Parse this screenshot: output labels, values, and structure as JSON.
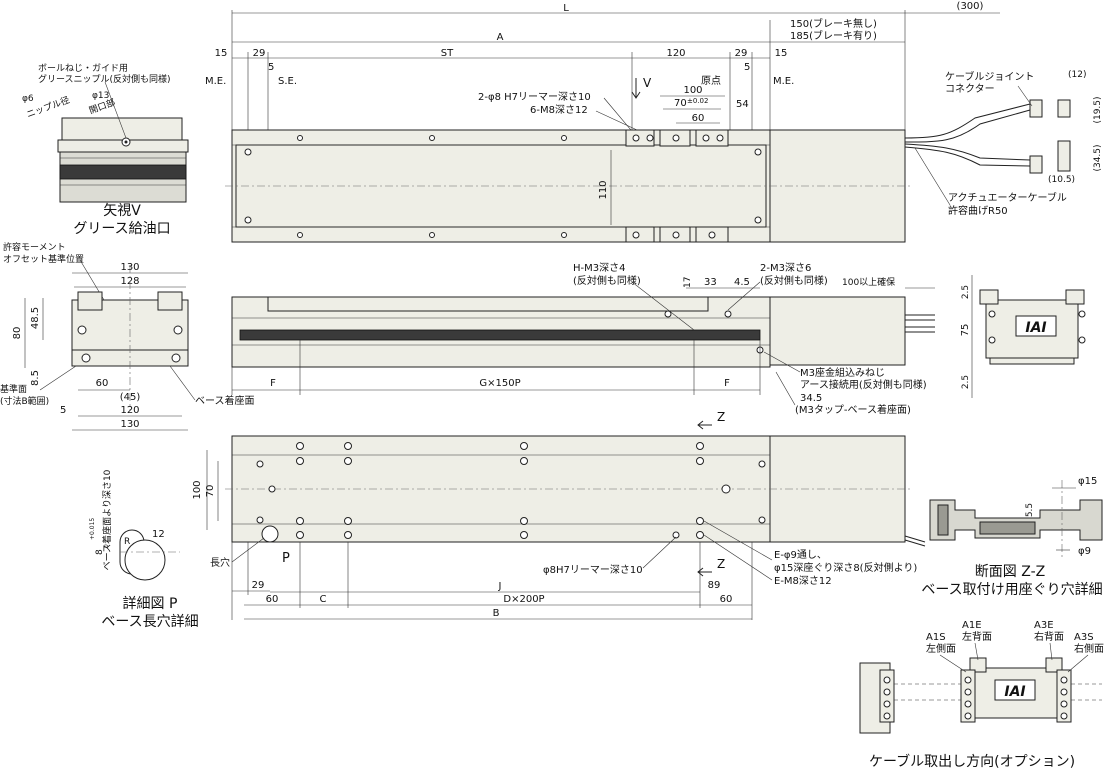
{
  "dims": {
    "L": "L",
    "A": "A",
    "ST": "ST",
    "B": "B",
    "J": "J",
    "C": "C",
    "D": "D×200P",
    "G": "G×150P",
    "F": "F",
    "d15a": "15",
    "d29a": "29",
    "d5a": "5",
    "d120": "120",
    "d29b": "29",
    "d5b": "5",
    "d15b": "15",
    "d300": "(300)",
    "d150": "150(ブレーキ無し)",
    "d185": "185(ブレーキ有り)",
    "d100": "100",
    "d70": "70",
    "d70tol": "±0.02",
    "d60": "60",
    "d54": "54",
    "d110": "110",
    "d12": "(12)",
    "d195": "(19.5)",
    "d345": "(34.5)",
    "d105": "(10.5)",
    "d17": "17",
    "d33": "33",
    "d45": "4.5",
    "d100ok": "100以上確保",
    "d25a": "2.5",
    "d75": "75",
    "d25b": "2.5",
    "d130a": "130",
    "d128": "128",
    "d80": "80",
    "d485": "48.5",
    "d85": "8.5",
    "d60l": "60",
    "d45p": "(45)",
    "d120l": "120",
    "d130b": "130",
    "d5l": "5",
    "d100v": "100",
    "d70v": "70",
    "d29c": "29",
    "d60a": "60",
    "d89": "89",
    "d60b": "60",
    "d12p": "12",
    "d8tol": "8",
    "d8tolsup": "+0.015",
    "d8tolsub": "0",
    "dphi15": "φ15",
    "d55": "5.5",
    "dphi9": "φ9",
    "d345b": "34.5"
  },
  "labels": {
    "me_left": "M.E.",
    "se": "S.E.",
    "me_right": "M.E.",
    "origin": "原点",
    "view_v": "V",
    "reamer": "2-φ8 H7リーマー深さ10",
    "m8_6": "6-M8深さ12",
    "cable_joint_1": "ケーブルジョイント",
    "cable_joint_2": "コネクター",
    "actuator_cable_1": "アクチュエーターケーブル",
    "actuator_cable_2": "許容曲げR50",
    "ball_screw_1": "ボールねじ・ガイド用",
    "ball_screw_2": "グリースニップル(反対側も同様)",
    "phi6": "φ6",
    "nipple_dia": "ニップル径",
    "phi13": "φ13",
    "opening": "開口部",
    "view_v_title": "矢視V",
    "grease_port": "グリース給油口",
    "moment_1": "許容モーメント",
    "moment_2": "オフセット基準位置",
    "ref_surface_1": "基準面",
    "ref_surface_2": "(寸法B範囲)",
    "base_mount": "ベース着座面",
    "hm3_1": "H-M3深さ4",
    "hm3_2": "(反対側も同様)",
    "m3_2_1": "2-M3深さ6",
    "m3_2_2": "(反対側も同様)",
    "m3_ground_1": "M3座金組込みねじ",
    "m3_ground_2": "アース接続用(反対側も同様)",
    "m3_tap": "(M3タップ-ベース着座面)",
    "z_mark": "Z",
    "z_mark2": "Z",
    "depth10": "ベース着座面より深さ10",
    "r_mark": "R",
    "p_mark": "P",
    "long_hole": "長穴",
    "detail_p_1": "詳細図 P",
    "detail_p_2": "ベース長穴詳細",
    "reamer_bottom": "φ8H7リーマー深さ10",
    "e_phi9": "E-φ9通し、",
    "e_phi15": "φ15深座ぐり深さ8(反対側より)",
    "e_m8": "E-M8深さ12",
    "section_zz": "断面図 Z-Z",
    "section_zz_2": "ベース取付け用座ぐり穴詳細",
    "a1s_1": "A1S",
    "a1s_2": "左側面",
    "a1e_1": "A1E",
    "a1e_2": "左背面",
    "a3e_1": "A3E",
    "a3e_2": "右背面",
    "a3s_1": "A3S",
    "a3s_2": "右側面",
    "cable_dir": "ケーブル取出し方向(オプション)",
    "iai": "IAI",
    "iai2": "IAI"
  },
  "colors": {
    "body": "#eeeee6",
    "line": "#222222",
    "dark": "#3a3a3a"
  }
}
